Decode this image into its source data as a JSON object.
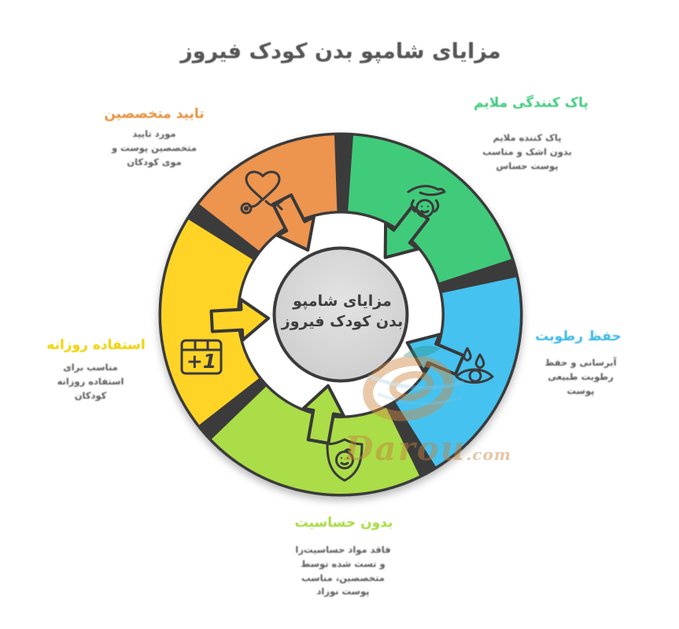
{
  "title": "مزایای شامپو بدن کودک فیروز",
  "center": {
    "line1": "مزایای شامپو",
    "line2": "بدن کودک فیروز"
  },
  "segments": [
    {
      "id": "specialists",
      "label": "تایید متخصصین",
      "label_color": "#E8913E",
      "color": "#ED9450",
      "icon": "heart-stethoscope-icon",
      "desc_lines": [
        "مورد تایید",
        "متخصصین پوست و",
        "موی کودکان"
      ]
    },
    {
      "id": "gentle-cleansing",
      "label": "پاک کنندگی ملایم",
      "label_color": "#41CC7D",
      "color": "#3FCB7A",
      "icon": "hand-over-baby-icon",
      "desc_lines": [
        "پاک کننده ملایم",
        "بدون اشک و مناسب",
        "پوست حساس"
      ]
    },
    {
      "id": "moisture",
      "label": "حفظ رطوبت",
      "label_color": "#3FB9E8",
      "color": "#45C2F0",
      "icon": "water-drops-icon",
      "desc_lines": [
        "آبرسانی و حفظ",
        "رطوبت طبیعی",
        "پوست"
      ]
    },
    {
      "id": "hypoallergenic",
      "label": "بدون حساسیت",
      "label_color": "#A5DA41",
      "color": "#AADD47",
      "icon": "shield-baby-face-icon",
      "desc_lines": [
        "فاقد مواد حساسیت‌زا",
        "و تست شده توسط",
        "متخصصین، مناسب",
        "پوست نوزاد"
      ]
    },
    {
      "id": "daily-use",
      "label": "استفاده روزانه",
      "label_color": "#EFD000",
      "color": "#FFD425",
      "icon": "calendar-plus-one-icon",
      "desc_lines": [
        "مناسب برای",
        "استفاده روزانه",
        "کودکان"
      ]
    }
  ],
  "icon_text": {
    "calendar_badge": "+1"
  },
  "watermark": {
    "name": "Darou",
    "suffix": ".com"
  }
}
